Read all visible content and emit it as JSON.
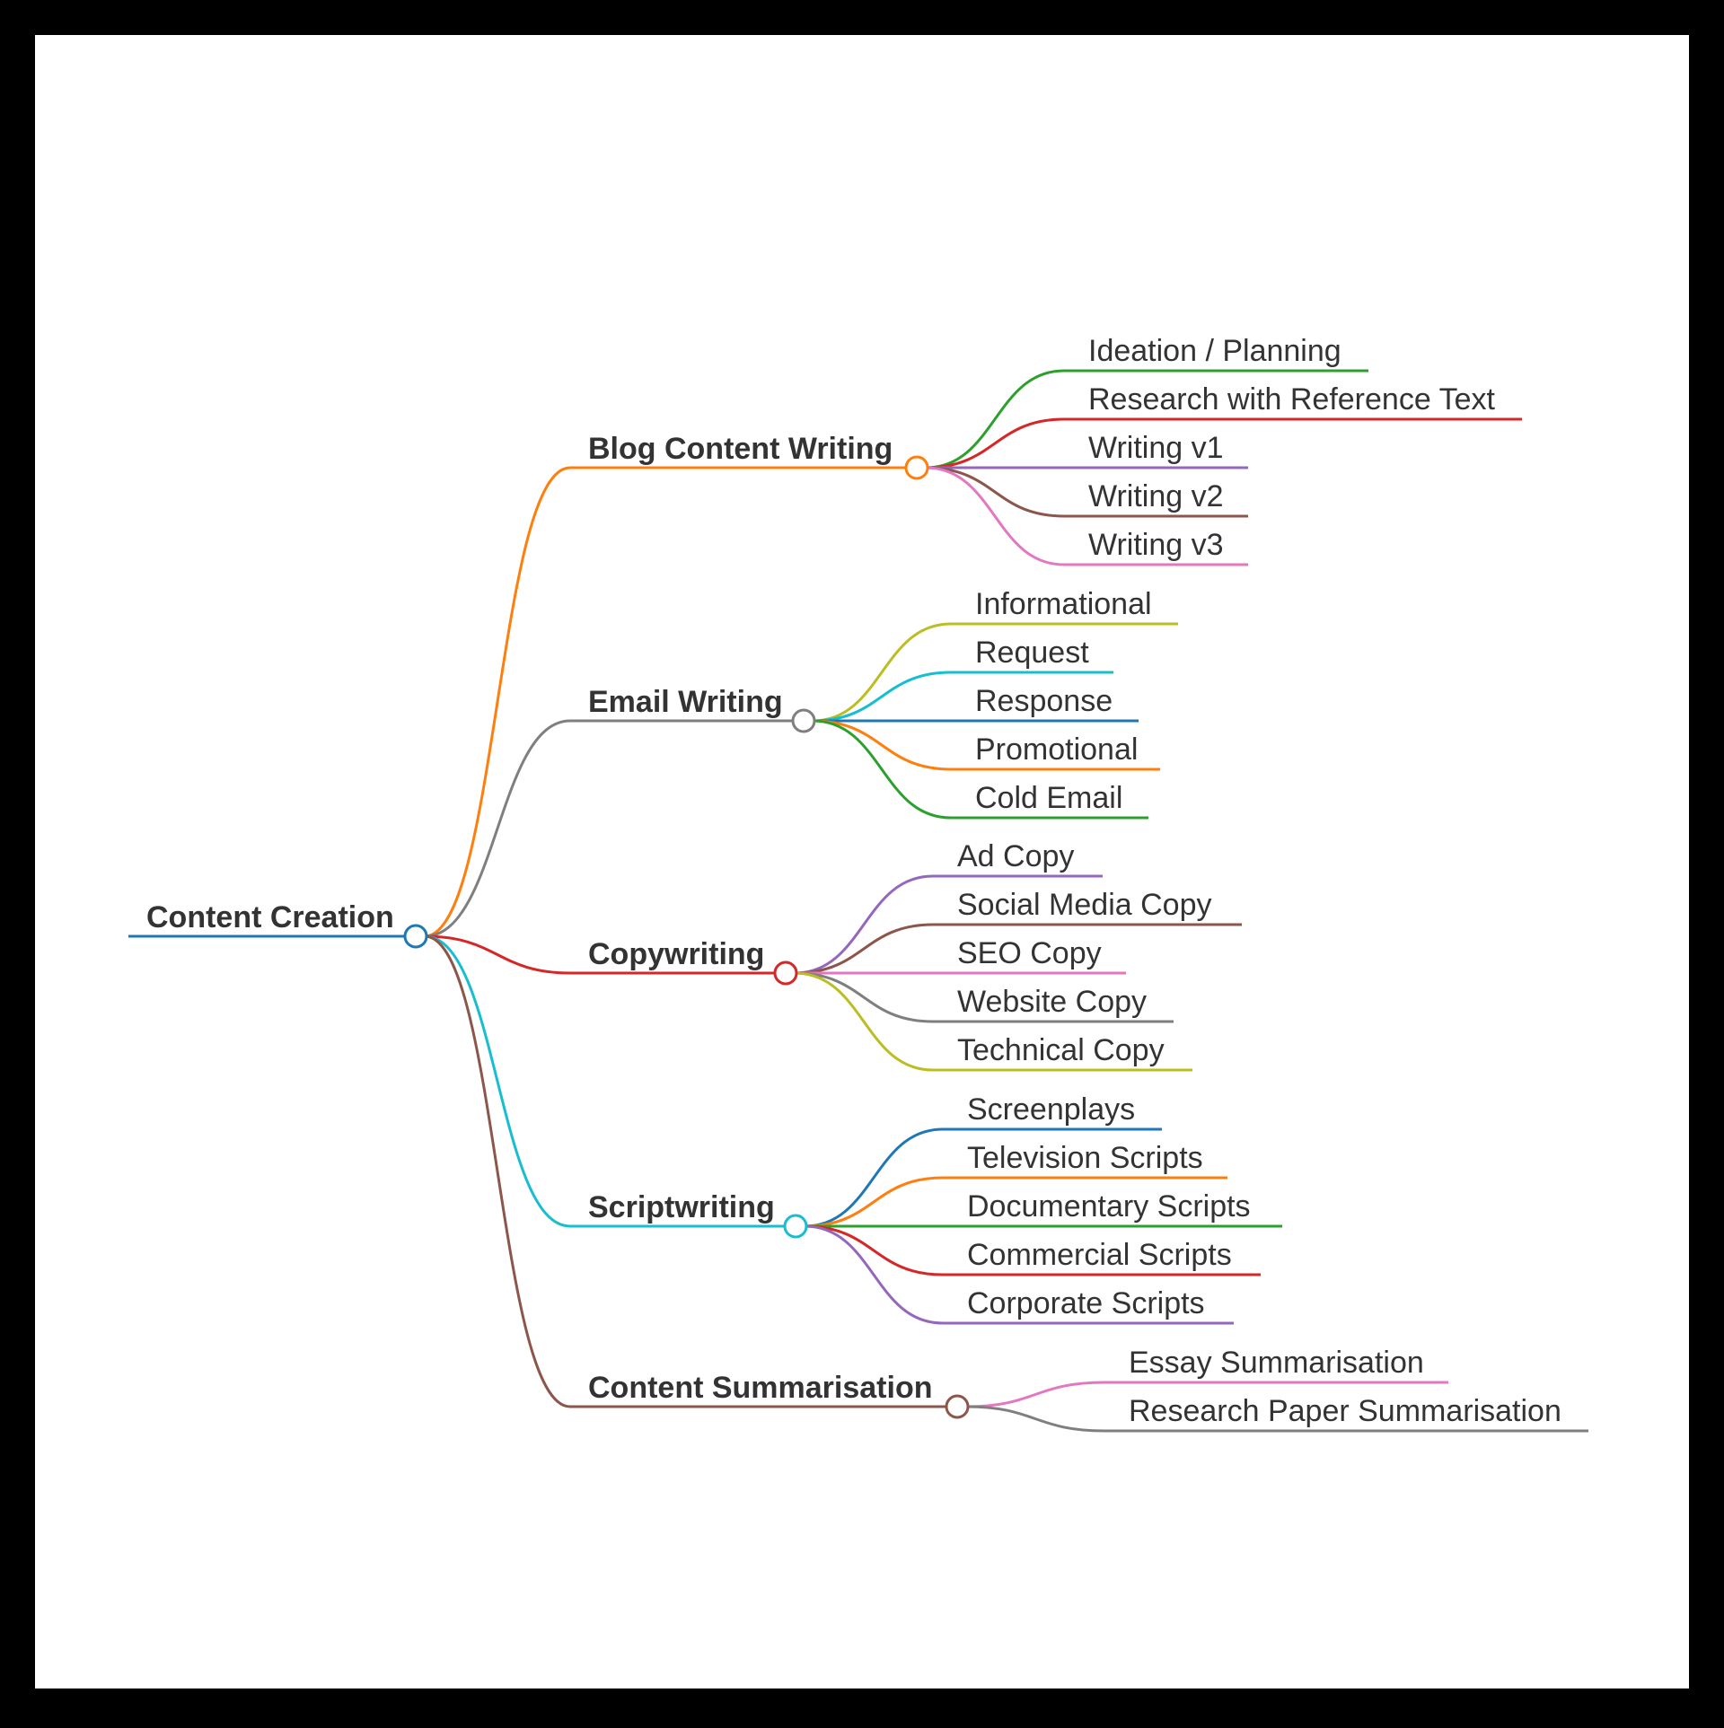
{
  "colors": {
    "frame": "#000000",
    "background": "#ffffff",
    "text": "#333333"
  },
  "mindmap": {
    "root": {
      "label": "Content Creation",
      "color": "#1f77b4"
    },
    "branches": [
      {
        "label": "Blog Content Writing",
        "color": "#ff7f0e",
        "children": [
          {
            "label": "Ideation / Planning",
            "color": "#2ca02c"
          },
          {
            "label": "Research with Reference Text",
            "color": "#d62728"
          },
          {
            "label": "Writing v1",
            "color": "#9467bd"
          },
          {
            "label": "Writing v2",
            "color": "#8c564b"
          },
          {
            "label": "Writing v3",
            "color": "#e377c2"
          }
        ]
      },
      {
        "label": "Email Writing",
        "color": "#7f7f7f",
        "children": [
          {
            "label": "Informational",
            "color": "#bcbd22"
          },
          {
            "label": "Request",
            "color": "#17becf"
          },
          {
            "label": "Response",
            "color": "#1f77b4"
          },
          {
            "label": "Promotional",
            "color": "#ff7f0e"
          },
          {
            "label": "Cold Email",
            "color": "#2ca02c"
          }
        ]
      },
      {
        "label": "Copywriting",
        "color": "#d62728",
        "children": [
          {
            "label": "Ad Copy",
            "color": "#9467bd"
          },
          {
            "label": "Social Media Copy",
            "color": "#8c564b"
          },
          {
            "label": "SEO Copy",
            "color": "#e377c2"
          },
          {
            "label": "Website Copy",
            "color": "#7f7f7f"
          },
          {
            "label": "Technical Copy",
            "color": "#bcbd22"
          }
        ]
      },
      {
        "label": "Scriptwriting",
        "color": "#17becf",
        "children": [
          {
            "label": "Screenplays",
            "color": "#1f77b4"
          },
          {
            "label": "Television Scripts",
            "color": "#ff7f0e"
          },
          {
            "label": "Documentary Scripts",
            "color": "#2ca02c"
          },
          {
            "label": "Commercial Scripts",
            "color": "#d62728"
          },
          {
            "label": "Corporate Scripts",
            "color": "#9467bd"
          }
        ]
      },
      {
        "label": "Content Summarisation",
        "color": "#8c564b",
        "children": [
          {
            "label": "Essay Summarisation",
            "color": "#e377c2"
          },
          {
            "label": "Research Paper Summarisation",
            "color": "#7f7f7f"
          }
        ]
      }
    ]
  }
}
